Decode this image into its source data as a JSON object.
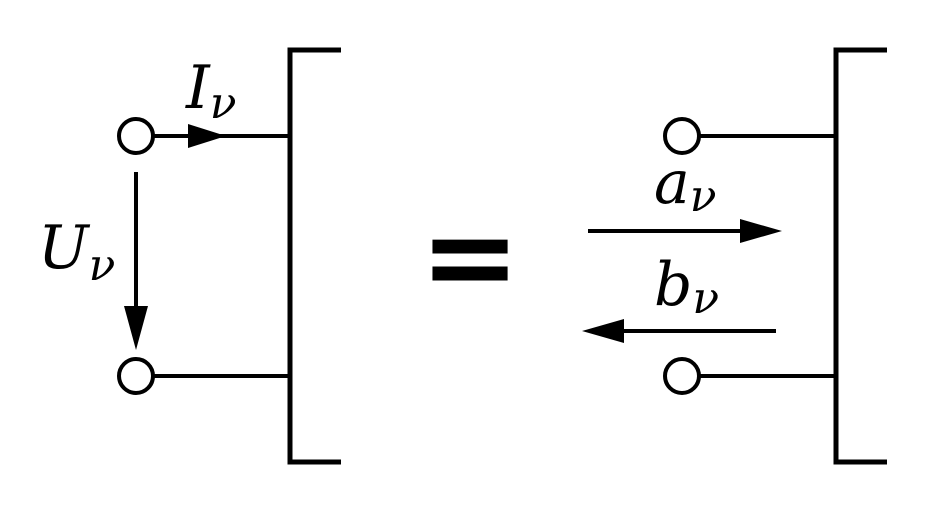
{
  "left_port": {
    "current_label": "I",
    "current_subscript": "ν",
    "voltage_label": "U",
    "voltage_subscript": "ν"
  },
  "equals_sign": "=",
  "right_port": {
    "incident_wave_label": "a",
    "incident_wave_subscript": "ν",
    "reflected_wave_label": "b",
    "reflected_wave_subscript": "ν"
  }
}
